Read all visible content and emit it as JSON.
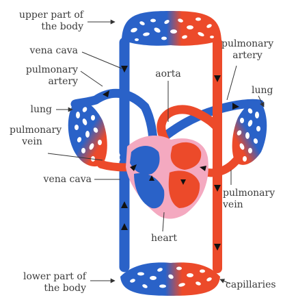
{
  "labels": {
    "upper_body": [
      "upper part of",
      "the body"
    ],
    "vena_cava_top": "vena cava",
    "pulmonary_artery_left": [
      "pulmonary",
      "artery"
    ],
    "lung_left": "lung",
    "pulmonary_vein_left": [
      "pulmonary",
      "vein"
    ],
    "vena_cava_bottom": "vena cava",
    "lower_body": [
      "lower part of",
      "the body"
    ],
    "pulmonary_artery_right": [
      "pulmonary",
      "artery"
    ],
    "aorta": "aorta",
    "lung_right": "lung",
    "pulmonary_vein_right": [
      "pulmonary",
      "vein"
    ],
    "heart": "heart",
    "capillaries": "capillaries"
  },
  "colors": {
    "deoxygenated": "#2a62c8",
    "oxygenated": "#ec4a2a",
    "heart_tissue": "#f4a9c0",
    "capillary_hole": "#ffffff",
    "arrow": "#111111",
    "leader_line": "#333333"
  }
}
